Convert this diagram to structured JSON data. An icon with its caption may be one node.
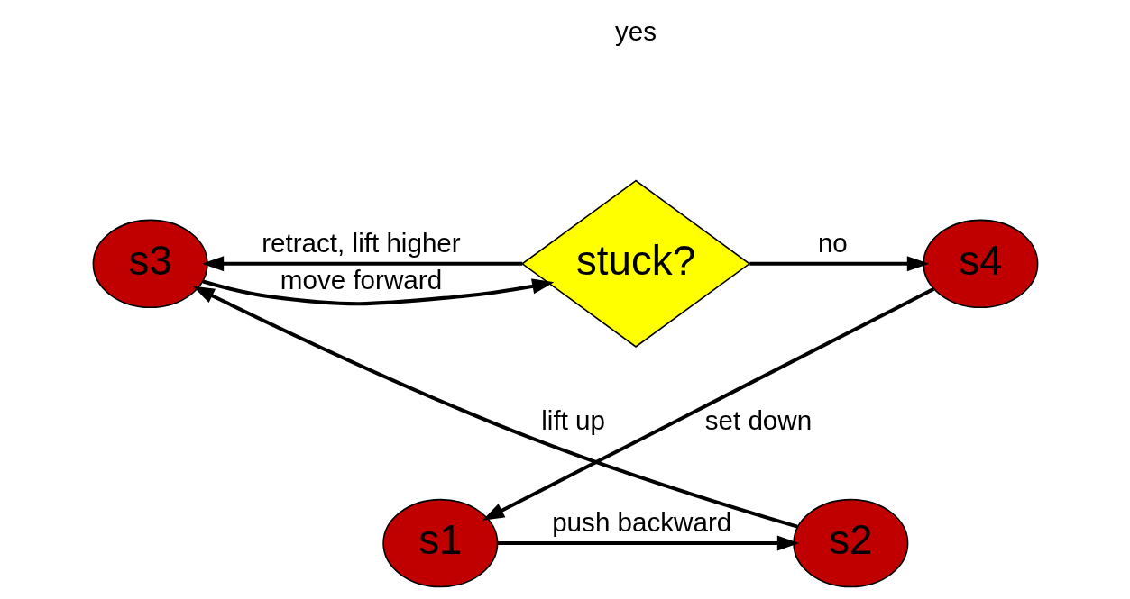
{
  "diagram": {
    "nodes": [
      {
        "text": [
          "s3"
        ]
      },
      {
        "text": [
          "stuck?"
        ]
      },
      {
        "text": [
          "s4"
        ]
      },
      {
        "text": [
          "s1"
        ]
      },
      {
        "text": [
          "s2"
        ]
      }
    ],
    "edges": [
      {
        "from": 1,
        "to": 0,
        "arrow": "to",
        "label": "retract, lift higher"
      },
      {
        "from": 0,
        "to": 1,
        "arrow": "to",
        "label": "move forward"
      },
      {
        "from": 1,
        "to": 2,
        "arrow": "to",
        "label": "no"
      },
      {
        "from": 2,
        "to": 3,
        "arrow": "to",
        "label": "set down"
      },
      {
        "from": 3,
        "to": 4,
        "arrow": "to",
        "label": "push backward"
      },
      {
        "from": 4,
        "to": 0,
        "arrow": "to",
        "label": "lift up"
      }
    ],
    "labels": [
      "yes"
    ]
  }
}
